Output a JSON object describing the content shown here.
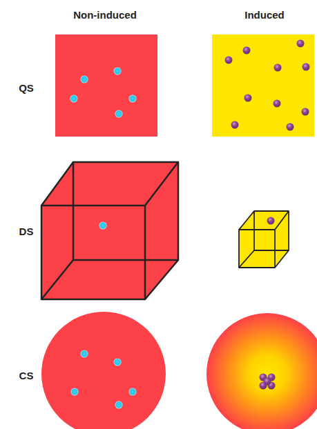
{
  "diagram": {
    "labels": [
      "Non-induced",
      "Induced",
      "QS",
      "DS",
      "CS"
    ]
  }
}
